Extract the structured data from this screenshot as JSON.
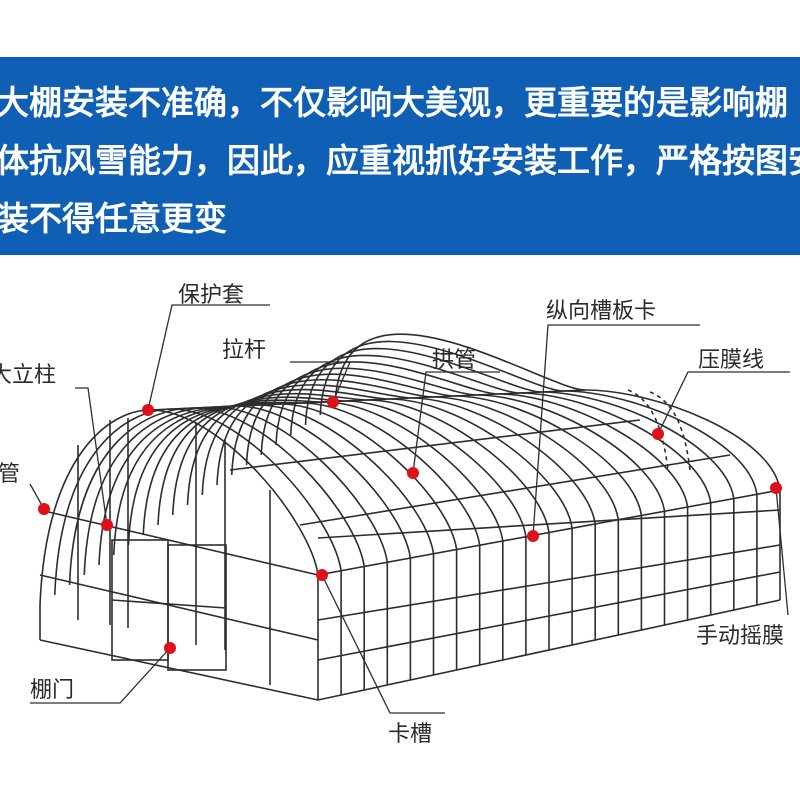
{
  "banner": {
    "line1": "大棚安装不准确，不仅影响大美观，更重要的是影响棚",
    "line2": "体抗风雪能力，因此，应重视抓好安装工作，严格按图安",
    "line3": "装不得任意更变"
  },
  "labels": {
    "protective_cover": "保护套",
    "tie_rod": "拉杆",
    "end_column": "大立柱",
    "side_pipe": "管",
    "arch_pipe": "拱管",
    "longitudinal_clip": "纵向槽板卡",
    "film_line": "压膜线",
    "manual_roller": "手动摇膜",
    "shed_door": "棚门",
    "clip_groove": "卡槽"
  },
  "colors": {
    "banner": "#0f5fb5",
    "marker": "#e0101a",
    "frame": "#2d2d2d"
  }
}
